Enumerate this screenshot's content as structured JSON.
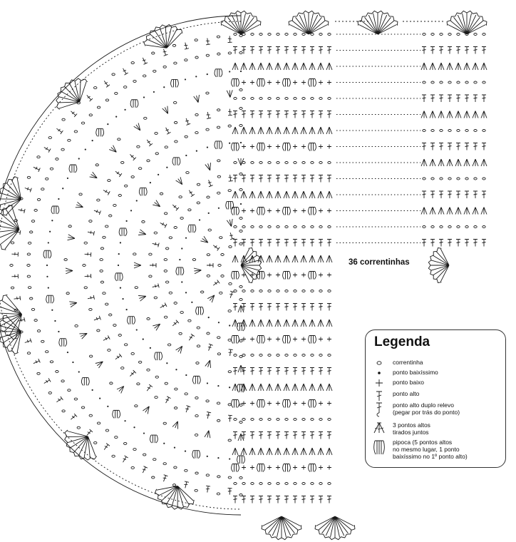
{
  "diagram": {
    "chain_note": "36 correntinhas"
  },
  "legend": {
    "title": "Legenda",
    "items": [
      {
        "icon": "chain-stitch-icon",
        "label": "correntinha"
      },
      {
        "icon": "slip-stitch-icon",
        "label": "ponto baixíssimo"
      },
      {
        "icon": "single-crochet-icon",
        "label": "ponto baixo"
      },
      {
        "icon": "double-crochet-icon",
        "label": "ponto alto"
      },
      {
        "icon": "back-post-double-crochet-icon",
        "label": "ponto alto duplo relevo\n(pegar por trás do ponto)"
      },
      {
        "icon": "three-dc-cluster-icon",
        "label": "3 pontos altos\ntirados juntos"
      },
      {
        "icon": "popcorn-stitch-icon",
        "label": "pipoca (5 pontos altos\nno mesmo lugar, 1 ponto\nbaixíssimo no 1º ponto alto)"
      }
    ]
  }
}
